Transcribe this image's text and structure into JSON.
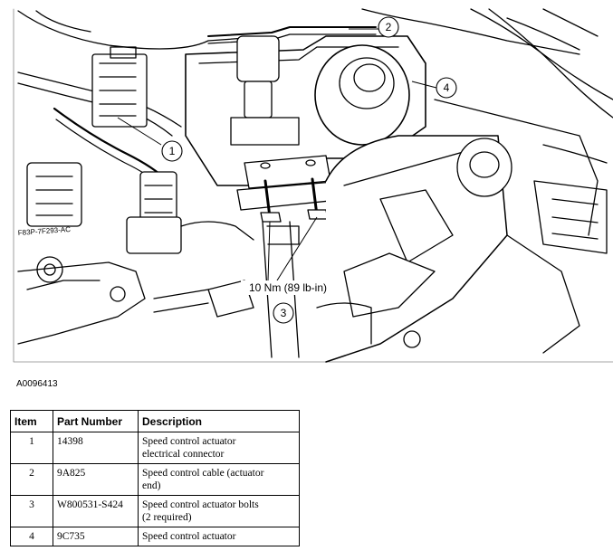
{
  "figure": {
    "id": "A0096413",
    "callouts": [
      "1",
      "2",
      "3",
      "4"
    ],
    "torque_label": "10 Nm (89 lb-in)",
    "connector_stamp": "F83P-7F293-AC"
  },
  "table": {
    "headers": {
      "item": "Item",
      "part_number": "Part Number",
      "description": "Description"
    },
    "rows": [
      {
        "item": "1",
        "part_number": "14398",
        "description_lines": [
          "Speed control actuator",
          "electrical connector"
        ]
      },
      {
        "item": "2",
        "part_number": "9A825",
        "description_lines": [
          "Speed control cable (actuator",
          "end)"
        ]
      },
      {
        "item": "3",
        "part_number": "W800531-S424",
        "description_lines": [
          "Speed control actuator bolts",
          "(2 required)"
        ]
      },
      {
        "item": "4",
        "part_number": "9C735",
        "description_lines": [
          "Speed control actuator"
        ]
      }
    ]
  }
}
